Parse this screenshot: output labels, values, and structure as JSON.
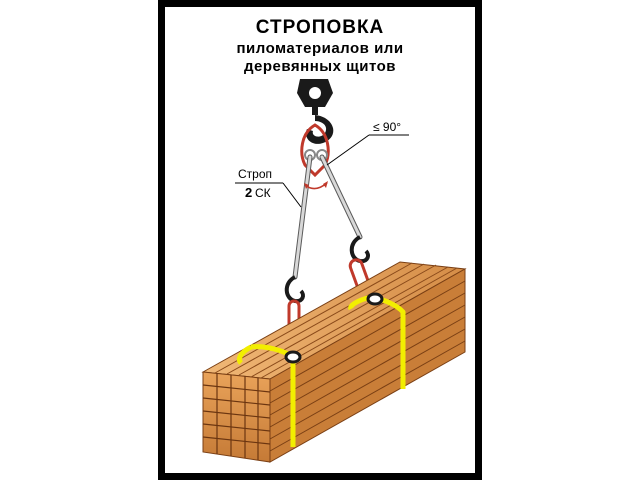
{
  "title": {
    "line1": "СТРОПОВКА",
    "line2": "пиломатериалов или",
    "line3": "деревянных щитов"
  },
  "labels": {
    "angle": "≤ 90°",
    "sling_name": "Строп",
    "sling_num": "2",
    "sling_type": "СК"
  },
  "colors": {
    "frame": "#000000",
    "hook": "#1a1a1a",
    "link": "#c0392b",
    "rope": "#b8b8b8",
    "wood_light": "#e6a55c",
    "wood_dark": "#a8642c",
    "band": "#f2ee00"
  }
}
